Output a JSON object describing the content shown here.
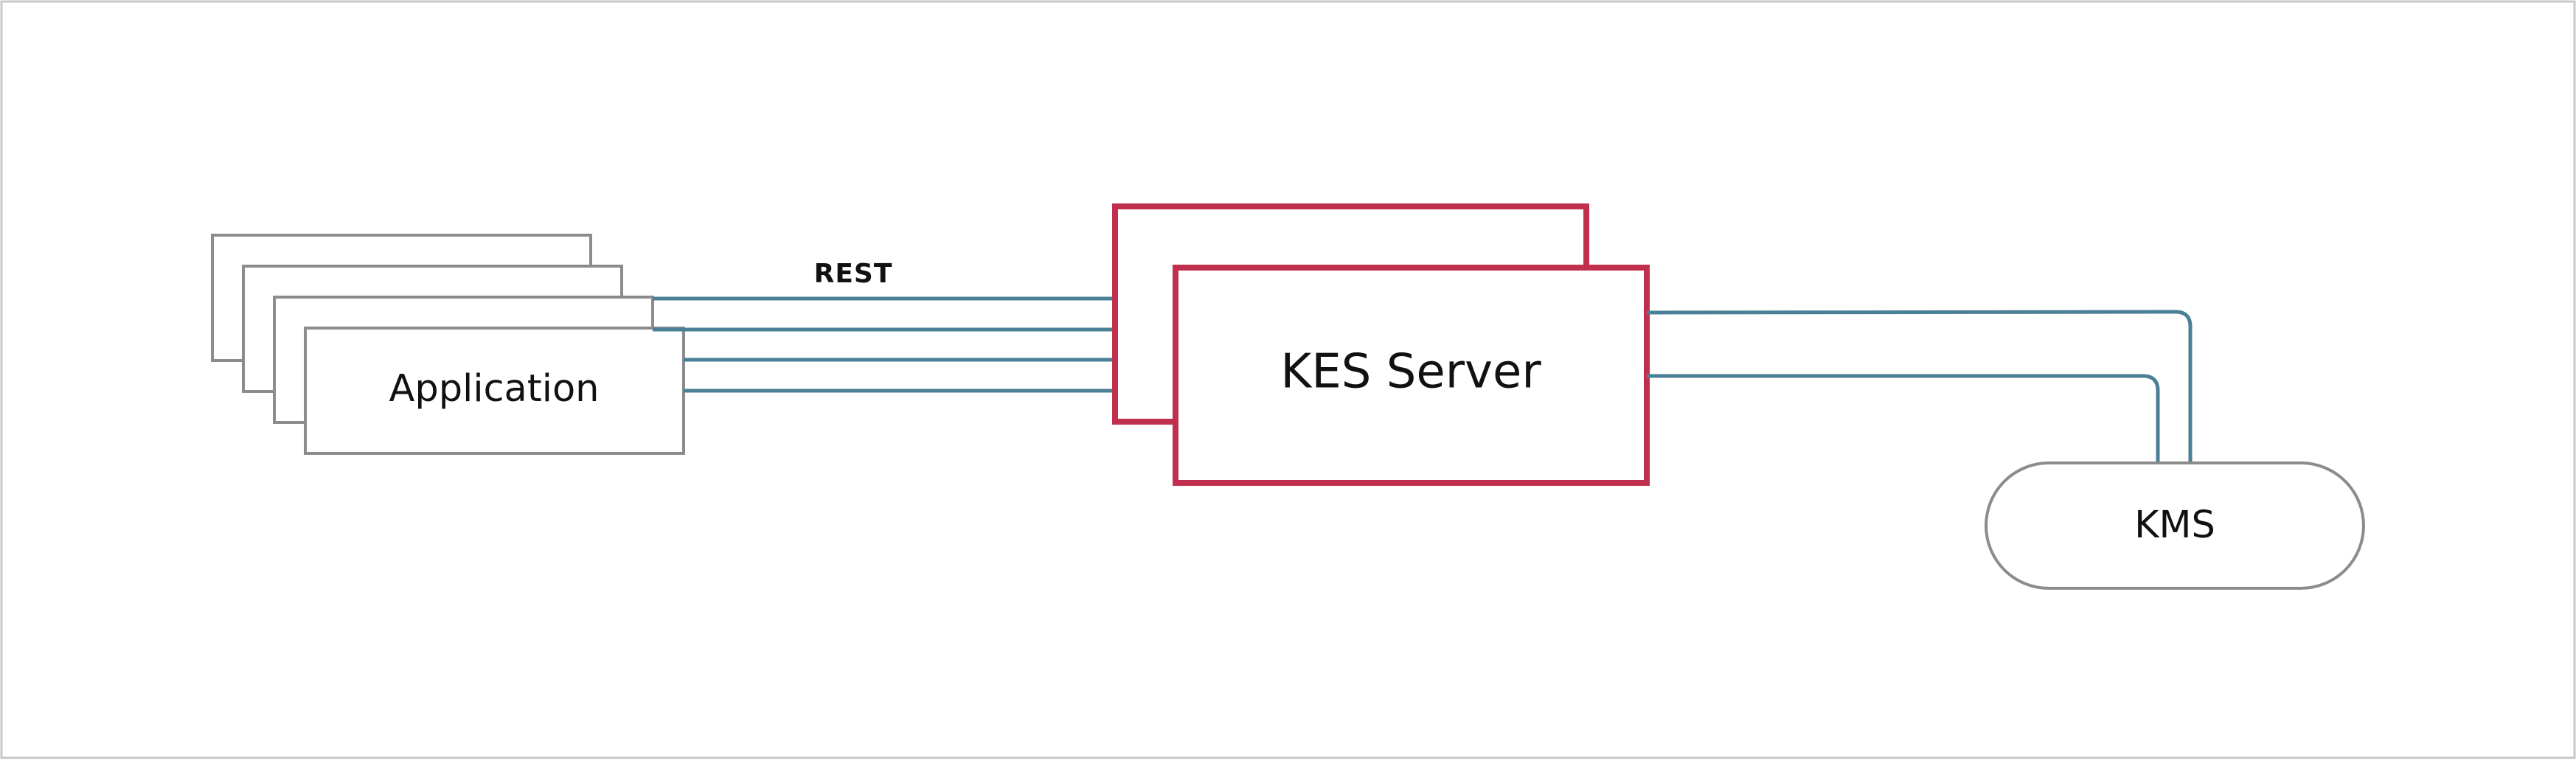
{
  "diagram": {
    "application": {
      "label": "Application"
    },
    "connection": {
      "label": "REST"
    },
    "kes_server": {
      "label": "KES Server"
    },
    "kms": {
      "label": "KMS"
    }
  },
  "colors": {
    "frame_border": "#c8c8c8",
    "application_border": "#8c8c8c",
    "kes_border": "#c0304e",
    "kms_border": "#8c8c8c",
    "connector": "#4a8096",
    "text": "#111111"
  }
}
